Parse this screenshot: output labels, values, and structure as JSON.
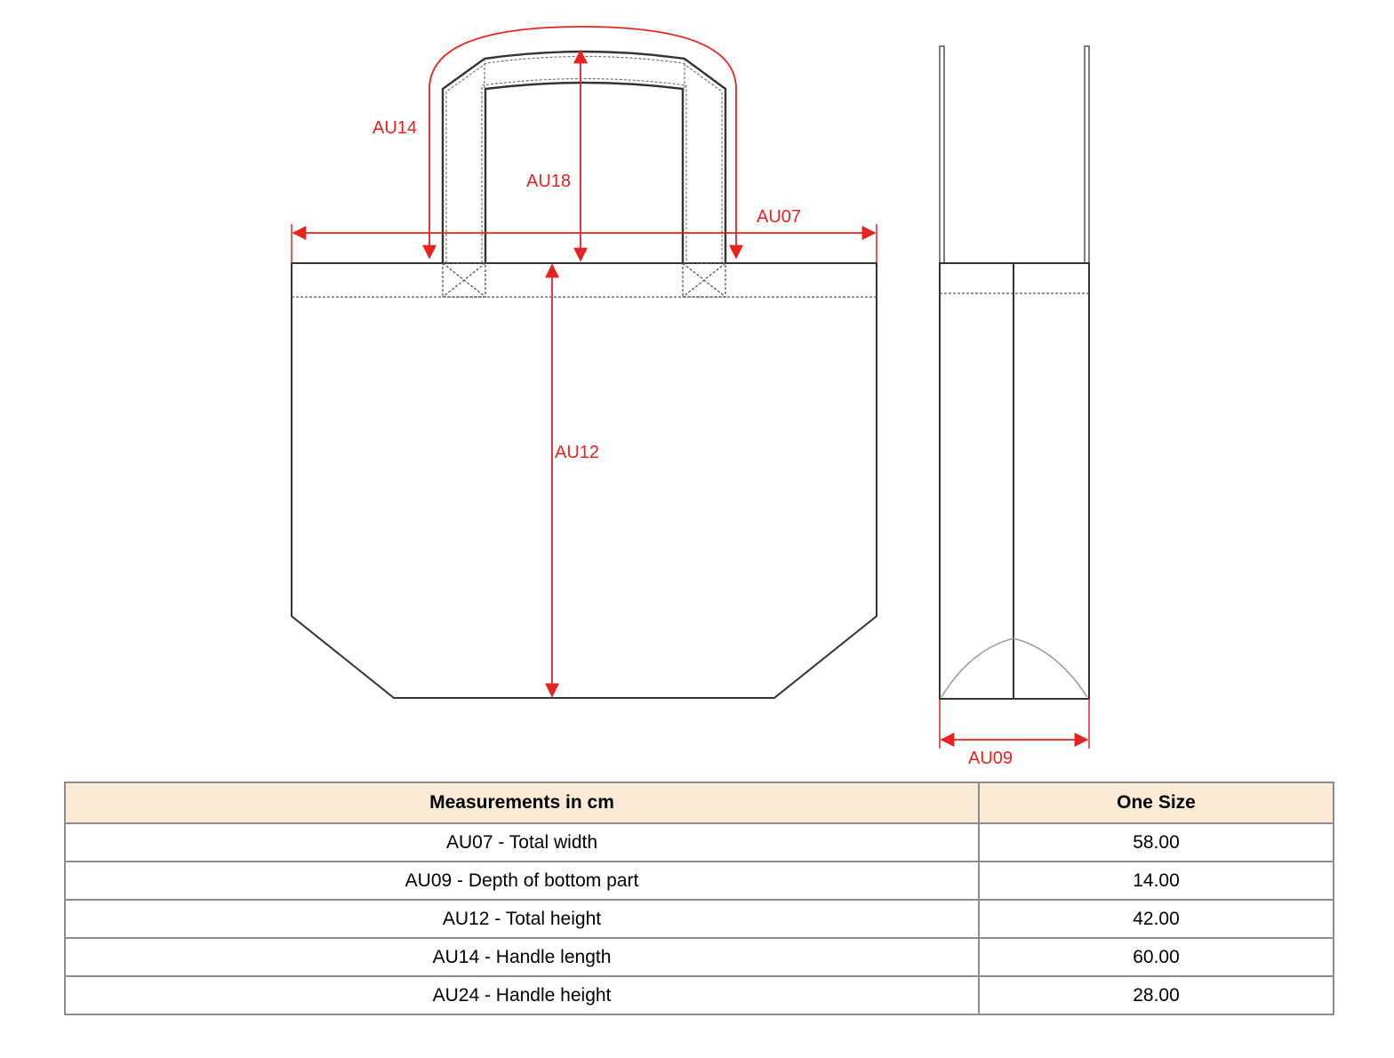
{
  "diagram": {
    "labels": {
      "au14": "AU14",
      "au18": "AU18",
      "au07": "AU07",
      "au12": "AU12",
      "au09": "AU09"
    },
    "colors": {
      "outline": "#333333",
      "dimension": "#e8231f",
      "fold": "#9a9a9a"
    }
  },
  "table": {
    "headers": [
      "Measurements in cm",
      "One Size"
    ],
    "rows": [
      {
        "measurement": "AU07 - Total width",
        "value": "58.00"
      },
      {
        "measurement": "AU09 - Depth of bottom part",
        "value": "14.00"
      },
      {
        "measurement": "AU12 - Total height",
        "value": "42.00"
      },
      {
        "measurement": "AU14 - Handle length",
        "value": "60.00"
      },
      {
        "measurement": "AU24 - Handle height",
        "value": "28.00"
      }
    ],
    "header_bg": "#fbebd6",
    "border_color": "#8c8c8c"
  }
}
